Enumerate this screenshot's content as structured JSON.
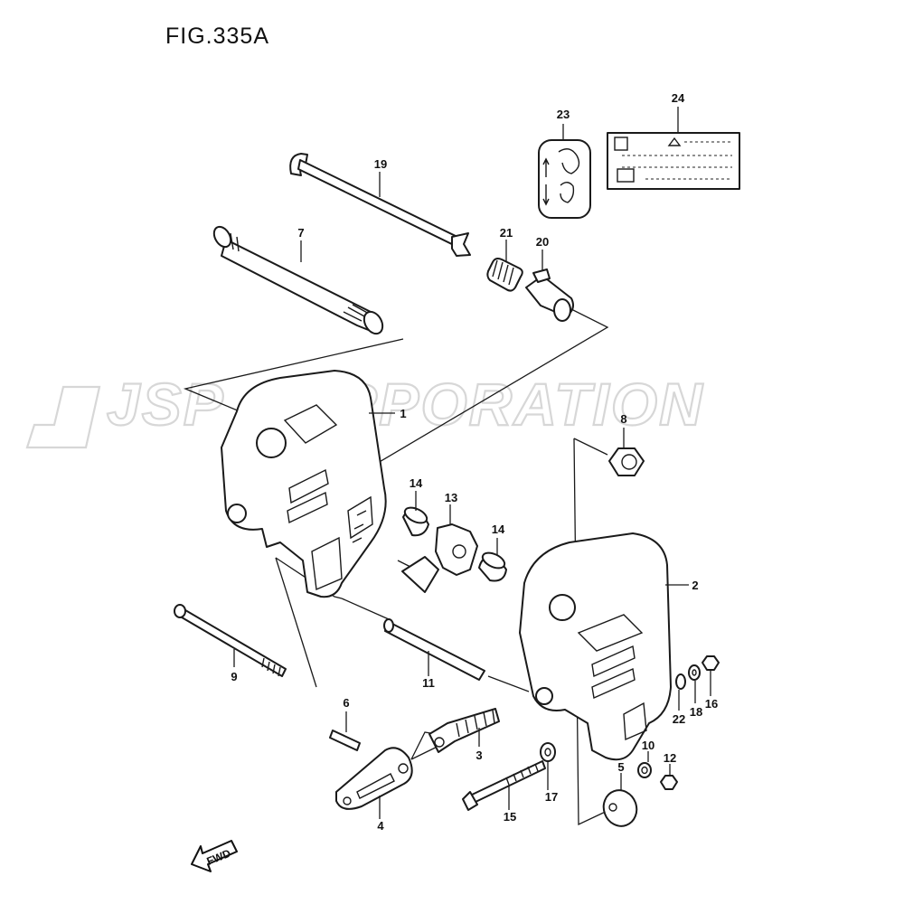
{
  "figure": {
    "title": "FIG.335A"
  },
  "watermark": {
    "text": "JSP CORPORATION"
  },
  "direction_marker": {
    "label": "FWD"
  },
  "callouts": {
    "c1": "1",
    "c2": "2",
    "c3": "3",
    "c4": "4",
    "c5": "5",
    "c6": "6",
    "c7": "7",
    "c8": "8",
    "c9": "9",
    "c10": "10",
    "c11": "11",
    "c12": "12",
    "c13": "13",
    "c14a": "14",
    "c14b": "14",
    "c15": "15",
    "c16": "16",
    "c17": "17",
    "c18": "18",
    "c19": "19",
    "c20": "20",
    "c21": "21",
    "c22": "22",
    "c23": "23",
    "c24": "24"
  }
}
